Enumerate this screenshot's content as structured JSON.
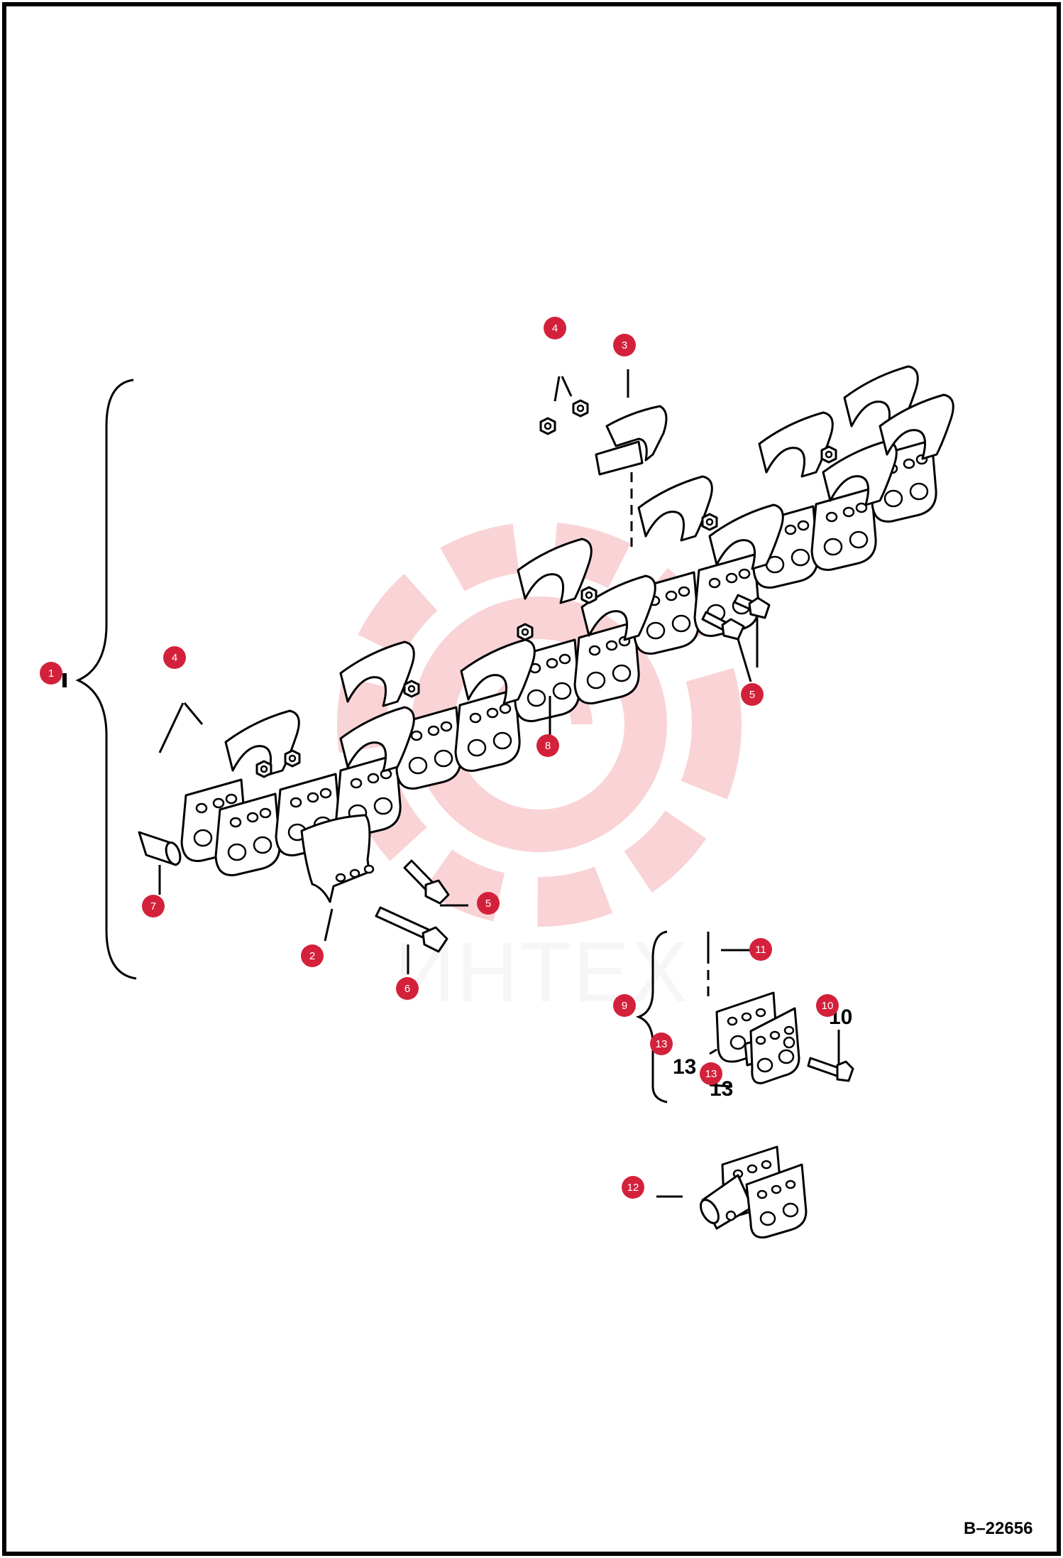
{
  "diagram": {
    "drawing_code": "B–22656",
    "watermark_text": "ИНТЕХ",
    "watermark_color": "#e53a45",
    "callout_color": "#d3213b",
    "callouts": [
      {
        "id": "c1",
        "label": "1"
      },
      {
        "id": "c4a",
        "label": "4"
      },
      {
        "id": "c3",
        "label": "3"
      },
      {
        "id": "c4b",
        "label": "4"
      },
      {
        "id": "c5a",
        "label": "5"
      },
      {
        "id": "c8",
        "label": "8"
      },
      {
        "id": "c7",
        "label": "7"
      },
      {
        "id": "c5b",
        "label": "5"
      },
      {
        "id": "c2",
        "label": "2"
      },
      {
        "id": "c6",
        "label": "6"
      },
      {
        "id": "c11",
        "label": "11"
      },
      {
        "id": "c9",
        "label": "9"
      },
      {
        "id": "c10",
        "label": "10"
      },
      {
        "id": "c13a",
        "label": "13"
      },
      {
        "id": "c13b",
        "label": "13"
      },
      {
        "id": "c12",
        "label": "12"
      }
    ],
    "printed_labels": [
      {
        "id": "p10",
        "label": "10"
      },
      {
        "id": "p13a",
        "label": "13"
      },
      {
        "id": "p13b",
        "label": "13"
      }
    ]
  }
}
